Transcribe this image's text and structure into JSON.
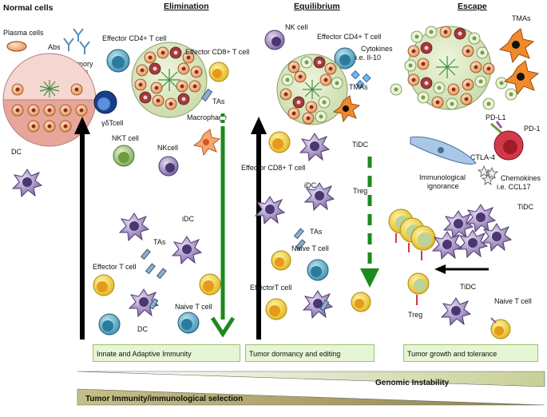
{
  "headers": {
    "normal": "Normal  cells",
    "elimination": "Elimination",
    "equilibrium": "Equilibrium",
    "escape": "Escape"
  },
  "normal": {
    "plasma_cells": "Plasma cells",
    "abs": "Abs",
    "memory_b_cells": "Memory\nB cells",
    "dc": "DC"
  },
  "elimination": {
    "effector_cd4": "Effector CD4+ T cell",
    "effector_cd8": "Effector CD8+ T cell",
    "gd_tcell": "γδTcell",
    "tas": "TAs",
    "macrophage": "Macrophage",
    "nkt_cell": "NKT cell",
    "nk_cell": "NKcell",
    "idc": "iDC",
    "tas_lower": "TAs",
    "effector_t_cell": "Effector T cell",
    "naive_t_cell": "Naive T cell",
    "dc_lower": "DC",
    "stage_label": "Innate and Adaptive Immunity"
  },
  "equilibrium": {
    "nk_cell": "NK cell",
    "effector_cd4": "Effector CD4+ T cell",
    "cytokines": "Cytokines\ni.e. Il-10",
    "tmas": "TMAs",
    "tidc": "TiDC",
    "effector_cd8": "Effector CD8+ T cell",
    "idc": "iDC",
    "treg": "Treg",
    "tas": "TAs",
    "naive_t_cell": "Naive T cell",
    "effector_t_cell": "EffectorT cell",
    "stage_label": "Tumor dormancy and editing"
  },
  "escape": {
    "tmas": "TMAs",
    "pd_l1": "PD-L1",
    "pd_1": "PD-1",
    "ctla_4": "CTLA-4",
    "immunological_ignorance": "Immunological\nignorance",
    "chemokines": "Chemokines\ni.e. CCL17",
    "tidc": "TiDC",
    "tidc_lower": "TiDC",
    "treg": "Treg",
    "naive_t_cell": "Naive T cell",
    "stage_label": "Tumor growth and tolerance"
  },
  "bottom": {
    "genomic_instability": "Genomic Instability",
    "tumor_immunity": "Tumor Immunity/immunological selection"
  },
  "colors": {
    "tumor_orange": "#f2b27a",
    "tumor_green": "#d8ecc0",
    "dc_purple": "#a995c8",
    "tcell_blue": "#5aa9c4",
    "tcell_yellow": "#f3d43a",
    "arrow_green": "#1d8a1d",
    "stage_box": "#e6f5d3",
    "wedge_light": "#e4e7c4",
    "wedge_dark": "#a39a5c"
  }
}
